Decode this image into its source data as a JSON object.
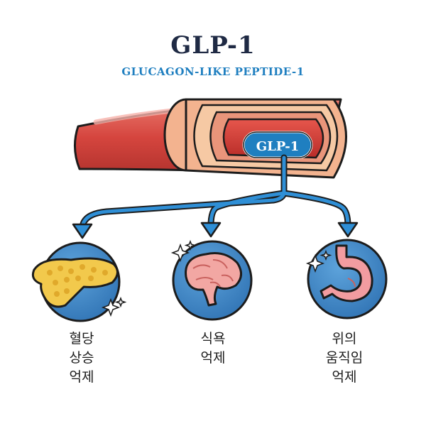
{
  "header": {
    "title": "GLP-1",
    "subtitle": "GLUCAGON-LIKE PEPTIDE-1"
  },
  "vessel": {
    "label": "GLP-1"
  },
  "effects": [
    {
      "organ_icon": "pancreas-icon",
      "lines": [
        "혈당",
        "상승",
        "억제"
      ]
    },
    {
      "organ_icon": "brain-icon",
      "lines": [
        "식욕",
        "억제"
      ]
    },
    {
      "organ_icon": "stomach-icon",
      "lines": [
        "위의",
        "움직임",
        "억제"
      ]
    }
  ],
  "colors": {
    "title": "#1f2a44",
    "accent_blue": "#1f7fc0",
    "vessel_red": "#d9534f",
    "circle_blue": "#3d87c8"
  }
}
